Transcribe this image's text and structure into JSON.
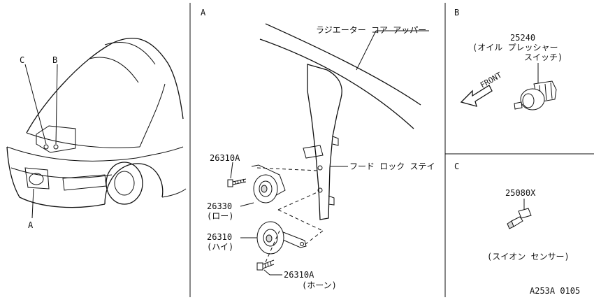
{
  "diagram_id": "A253A 0105",
  "overview": {
    "callout_a": "A",
    "callout_b": "B",
    "callout_c": "C"
  },
  "section_a": {
    "title": "A",
    "radiator_core_upper": "ラジエーター コア アッパー",
    "hood_lock_stay": "フード ロック ステイ",
    "bolt_top_part": "26310A",
    "horn_low_part": "26330",
    "horn_low_label": "(ロー)",
    "horn_high_part": "26310",
    "horn_high_label": "(ハイ)",
    "bolt_bottom_part": "26310A",
    "group_label": "(ホーン)"
  },
  "section_b": {
    "title": "B",
    "part": "25240",
    "name_line1": "(オイル プレッシャー",
    "name_line2": "スイッチ)",
    "front_label": "FRONT"
  },
  "section_c": {
    "title": "C",
    "part": "25080X",
    "name": "(スイオン センサー)"
  }
}
